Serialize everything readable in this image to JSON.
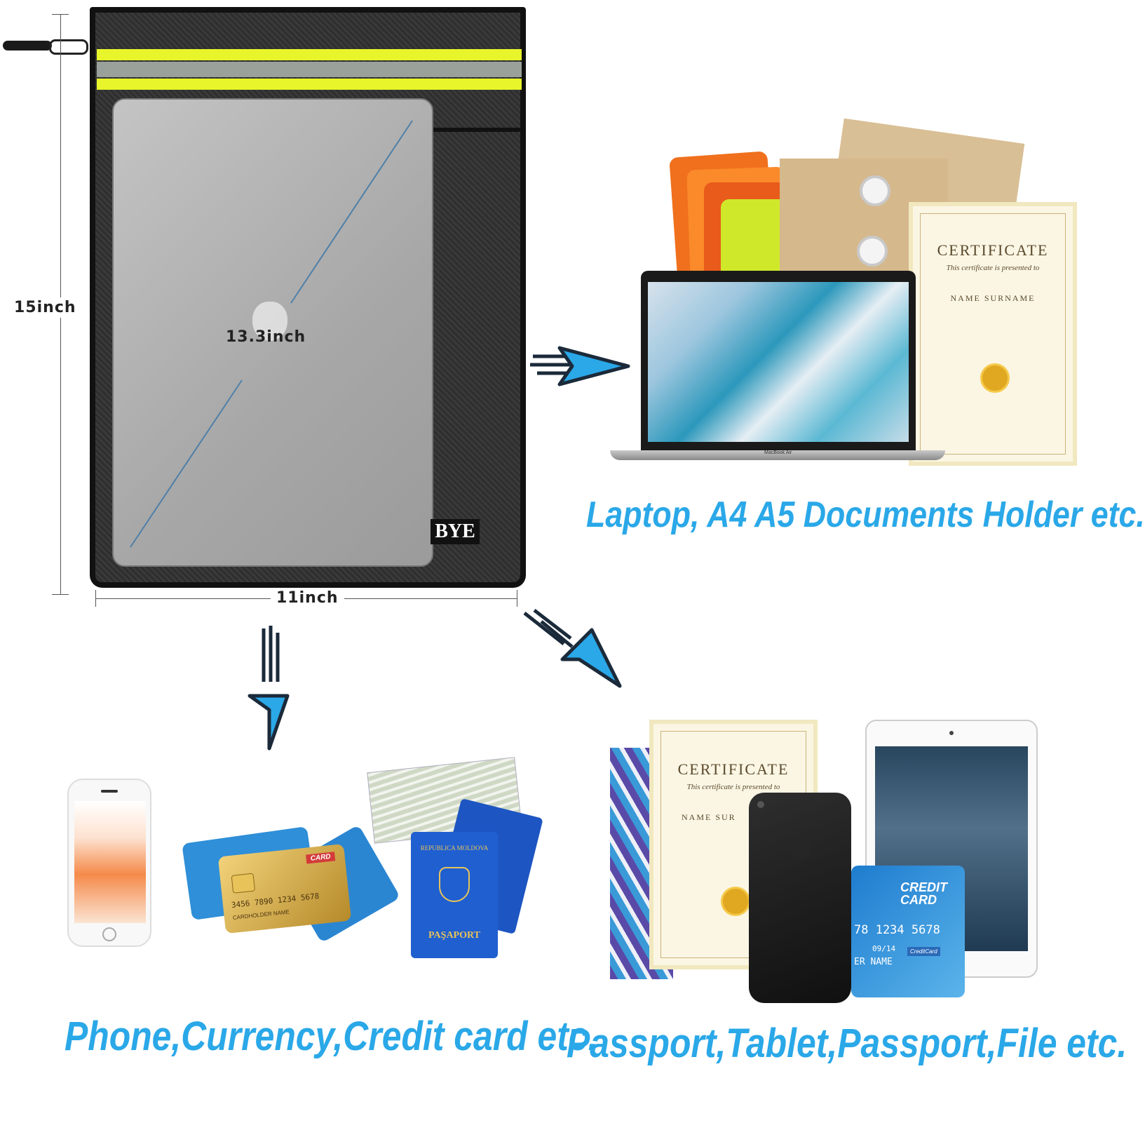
{
  "dimensions": {
    "height_label": "15inch",
    "width_label": "11inch",
    "laptop_label": "13.3inch"
  },
  "bag": {
    "brand_label": "BYE"
  },
  "captions": {
    "top_right": "Laptop, A4 A5 Documents Holder etc.",
    "bottom_left": "Phone,Currency,Credit card etc.",
    "bottom_right": "Passport,Tablet,Passport,File etc."
  },
  "certificate": {
    "title": "CERTIFICATE",
    "subtitle": "This certificate is presented to",
    "name": "NAME SURNAME"
  },
  "certificate_small": {
    "title": "CERTIFICATE",
    "subtitle": "This certificate is presented to",
    "name": "NAME SUR"
  },
  "laptop": {
    "model": "MacBook Air"
  },
  "card_gold": {
    "badge": "CARD",
    "number": "3456 7890 1234 5678",
    "holder": "CARDHOLDER NAME"
  },
  "card_blue": {
    "title": "CREDIT CARD",
    "number": "78 1234 5678",
    "valid": "09/14",
    "holder": "ER NAME",
    "brand": "CreditCard"
  },
  "passport": {
    "country": "REPUBLICA MOLDOVA",
    "title": "PAŞAPORT"
  },
  "colors": {
    "accent": "#2aa8e8",
    "reflective": "#e8f52a",
    "bag": "#2b2b2b",
    "arrow_outline": "#1b2a3a"
  }
}
